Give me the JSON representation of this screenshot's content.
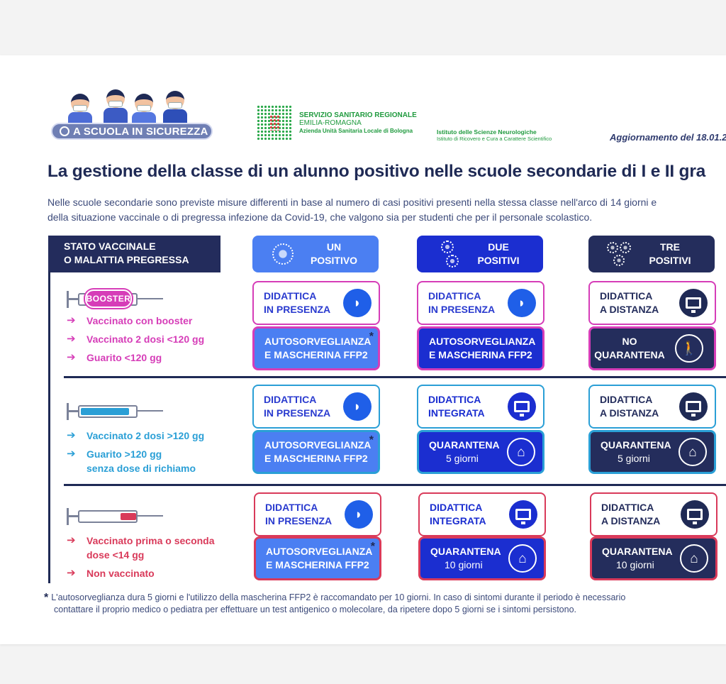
{
  "header": {
    "kids_badge": "A SCUOLA IN SICUREZZA",
    "ssr": {
      "line1": "SERVIZIO SANITARIO REGIONALE",
      "line2": "EMILIA-ROMAGNA",
      "line3": "Azienda Unità Sanitaria Locale di Bologna"
    },
    "isn": {
      "line1": "Istituto delle Scienze Neurologiche",
      "line2": "Istituto di Ricovero e Cura a Carattere Scientifico"
    },
    "update": "Aggiornamento del 18.01.2"
  },
  "title": "La gestione della classe di un alunno positivo nelle scuole secondarie di I e II gra",
  "intro": {
    "line1": "Nelle scuole secondarie sono previste misure differenti in base al numero di casi positivi presenti nella stessa classe nell'arco di 14 giorni e",
    "line2": "della situazione vaccinale o di pregressa infezione da Covid-19, che valgono sia per studenti che per il personale scolastico."
  },
  "columns": {
    "stato": {
      "line1": "STATO VACCINALE",
      "line2": "O MALATTIA PREGRESSA"
    },
    "one": {
      "line1": "UN",
      "line2": "POSITIVO"
    },
    "two": {
      "line1": "DUE",
      "line2": "POSITIVI"
    },
    "three": {
      "line1": "TRE",
      "line2": "POSITIVI"
    }
  },
  "groups": [
    {
      "syringe_label": "BOOSTER",
      "color": "#d63db8",
      "conditions": [
        "Vaccinato con booster",
        "Vaccinato 2 dosi <120 gg",
        "Guarito <120 gg"
      ]
    },
    {
      "color": "#2a9fd6",
      "conditions": [
        "Vaccinato 2 dosi >120 gg",
        "Guarito >120 gg",
        "senza dose di richiamo"
      ]
    },
    {
      "color": "#d93a5a",
      "conditions": [
        "Vaccinato prima o seconda",
        "dose <14 gg",
        "Non vaccinato"
      ]
    }
  ],
  "cells": {
    "didattica": "DIDATTICA",
    "in_presenza": "IN PRESENZA",
    "a_distanza": "A DISTANZA",
    "integrata": "INTEGRATA",
    "autosorveglianza": "AUTOSORVEGLIANZA",
    "mascherina": "E MASCHERINA FFP2",
    "no": "NO",
    "quarantena": "QUARANTENA",
    "giorni5": "5 giorni",
    "giorni10": "10 giorni",
    "asterisk": "*"
  },
  "footnote": {
    "line1": "L'autosorveglianza dura 5 giorni e l'utilizzo della mascherina FFP2 è raccomandato per 10 giorni. In caso di sintomi durante il periodo è necessario",
    "line2": "contattare il proprio medico o pediatra per effettuare un test antigenico o molecolare, da ripetere dopo 5 giorni se i sintomi persistono."
  },
  "icons": [
    "virus-icon",
    "mask-icon",
    "computer-icon",
    "walking-person-icon",
    "house-icon",
    "syringe-icon"
  ],
  "colors": {
    "navy": "#242d5c",
    "blue": "#4b7ff2",
    "royal": "#1b2ed0",
    "magenta": "#d63db8",
    "cyan": "#2a9fd6",
    "red": "#d93a5a"
  }
}
